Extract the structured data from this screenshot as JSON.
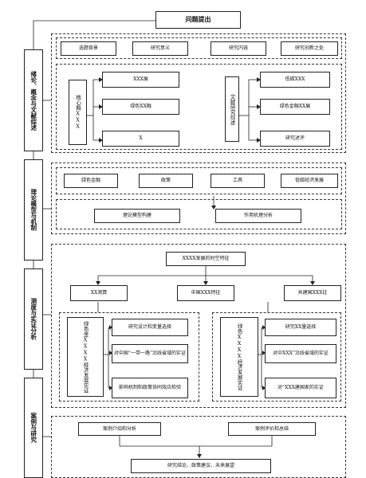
{
  "title": "问题提出",
  "sections": {
    "s1": "绪论、概念与文献综述",
    "s2": "理论模型与机制",
    "s3": "测度与实证分析",
    "s4": "案例与研究"
  },
  "intro": [
    "选题背景",
    "研究意义",
    "研究内容",
    "研究创新之处"
  ],
  "core": {
    "label": "核心概XXX",
    "items": [
      "XXX展",
      "绿色XX融",
      "X"
    ]
  },
  "lit": {
    "label": "文献研究综述",
    "items": [
      "低碳XXX",
      "绿色金融XX展",
      "研究述评"
    ]
  },
  "theory": {
    "top": [
      "绿色金融",
      "政策",
      "工具",
      "低碳经济发展"
    ],
    "bottom": [
      "理论模型构建",
      "作用机理分析"
    ]
  },
  "measure": {
    "top": "XXXX发展的时空特征",
    "mid": [
      "XX测算",
      "中国XXX特征",
      "共建国XXX征"
    ],
    "left_label": "绿色金XXXX经济发展实证",
    "left_items": [
      "研究设计和变量选择",
      "对中国“一带一路”沿线省域的实证",
      "影响机制和政策协同效应检验"
    ],
    "right_label": "绿色XXXX经济发展实证",
    "right_items": [
      "研究XX量选择",
      "对中XXX”沿线省域的实证",
      "对“XXX建国家的实证"
    ]
  },
  "case": {
    "items": [
      "案例介绍和分析",
      "案例评价和总结"
    ],
    "bottom": "研究结论、政策建议、未来展望"
  }
}
